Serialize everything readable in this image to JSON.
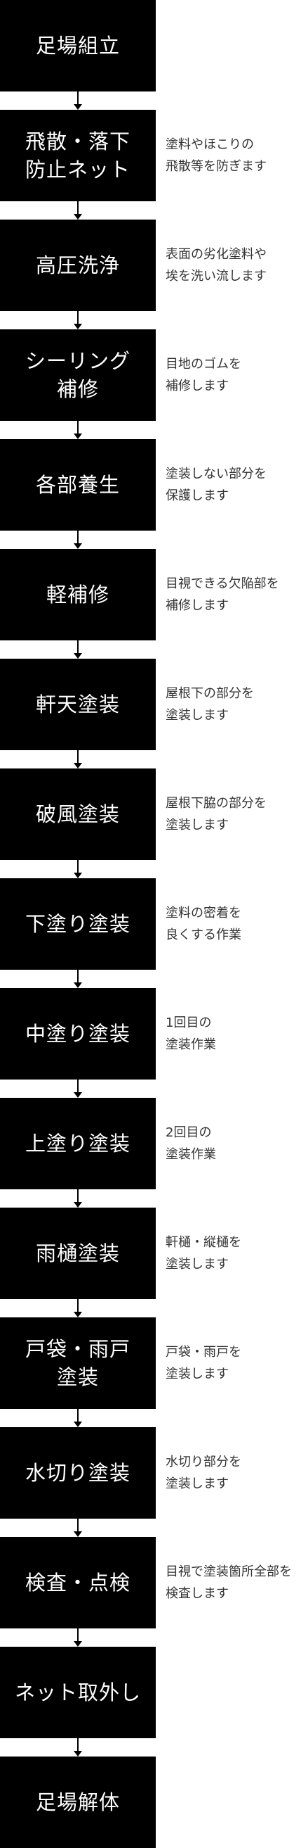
{
  "steps": [
    {
      "label": "足場組立",
      "description": ""
    },
    {
      "label": "飛散・落下\n防止ネット",
      "description": "塗料やほこりの\n飛散等を防ぎます"
    },
    {
      "label": "高圧洗浄",
      "description": "表面の劣化塗料や\n埃を洗い流します"
    },
    {
      "label": "シーリング\n補修",
      "description": "目地のゴムを\n補修します"
    },
    {
      "label": "各部養生",
      "description": "塗装しない部分を\n保護します"
    },
    {
      "label": "軽補修",
      "description": "目視できる欠陥部を\n補修します"
    },
    {
      "label": "軒天塗装",
      "description": "屋根下の部分を\n塗装します"
    },
    {
      "label": "破風塗装",
      "description": "屋根下脇の部分を\n塗装します"
    },
    {
      "label": "下塗り塗装",
      "description": "塗料の密着を\n良くする作業"
    },
    {
      "label": "中塗り塗装",
      "description": "1回目の\n塗装作業"
    },
    {
      "label": "上塗り塗装",
      "description": "2回目の\n塗装作業"
    },
    {
      "label": "雨樋塗装",
      "description": "軒樋・縦樋を\n塗装します"
    },
    {
      "label": "戸袋・雨戸\n塗装",
      "description": "戸袋・雨戸を\n塗装します"
    },
    {
      "label": "水切り塗装",
      "description": "水切り部分を\n塗装します"
    },
    {
      "label": "検査・点検",
      "description": "目視で塗装箇所全部を\n検査します"
    },
    {
      "label": "ネット取外し",
      "description": ""
    },
    {
      "label": "足場解体",
      "description": ""
    }
  ]
}
